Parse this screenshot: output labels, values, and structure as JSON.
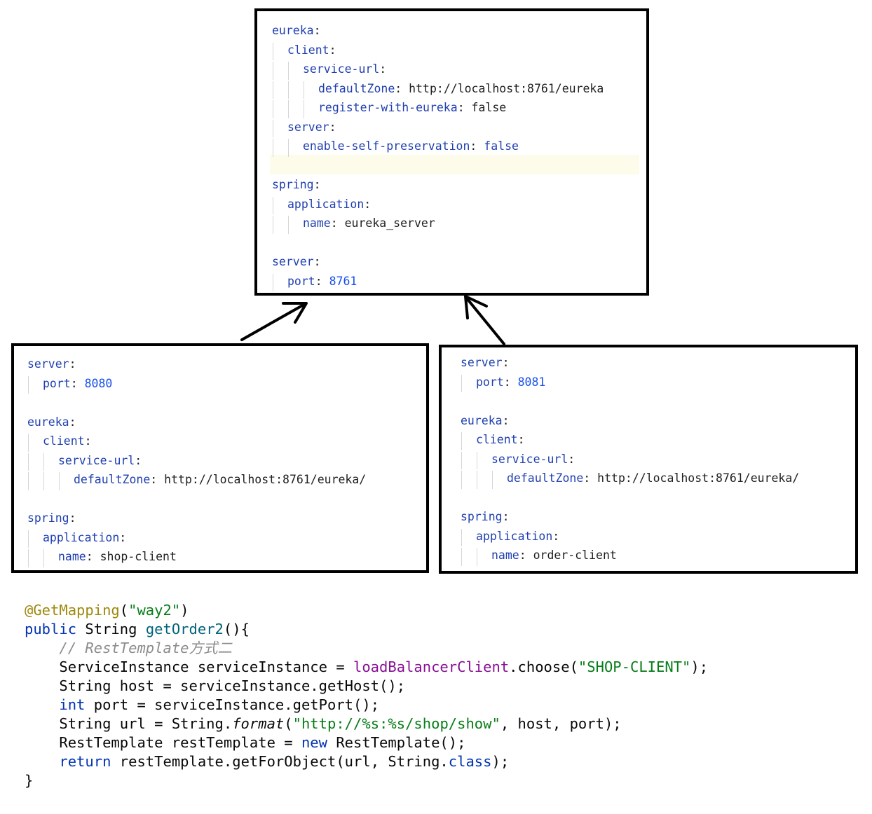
{
  "server_config": [
    {
      "indent": 0,
      "key": "eureka",
      "value": null,
      "vtype": null
    },
    {
      "indent": 1,
      "key": "client",
      "value": null,
      "vtype": null
    },
    {
      "indent": 2,
      "key": "service-url",
      "value": null,
      "vtype": null
    },
    {
      "indent": 3,
      "key": "defaultZone",
      "value": "http://localhost:8761/eureka",
      "vtype": "text"
    },
    {
      "indent": 3,
      "key": "register-with-eureka",
      "value": "false",
      "vtype": "text"
    },
    {
      "indent": 1,
      "key": "server",
      "value": null,
      "vtype": null
    },
    {
      "indent": 2,
      "key": "enable-self-preservation",
      "value": "false",
      "vtype": "bool"
    },
    {
      "indent": 0,
      "key": null,
      "value": null,
      "vtype": null
    },
    {
      "indent": 0,
      "key": "spring",
      "value": null,
      "vtype": null
    },
    {
      "indent": 1,
      "key": "application",
      "value": null,
      "vtype": null
    },
    {
      "indent": 2,
      "key": "name",
      "value": "eureka_server",
      "vtype": "text"
    },
    {
      "indent": 0,
      "key": null,
      "value": null,
      "vtype": null
    },
    {
      "indent": 0,
      "key": "server",
      "value": null,
      "vtype": null
    },
    {
      "indent": 1,
      "key": "port",
      "value": "8761",
      "vtype": "num"
    }
  ],
  "shop_config": [
    {
      "indent": 0,
      "key": "server",
      "value": null,
      "vtype": null
    },
    {
      "indent": 1,
      "key": "port",
      "value": "8080",
      "vtype": "num"
    },
    {
      "indent": 0,
      "key": null,
      "value": null,
      "vtype": null
    },
    {
      "indent": 0,
      "key": "eureka",
      "value": null,
      "vtype": null
    },
    {
      "indent": 1,
      "key": "client",
      "value": null,
      "vtype": null
    },
    {
      "indent": 2,
      "key": "service-url",
      "value": null,
      "vtype": null
    },
    {
      "indent": 3,
      "key": "defaultZone",
      "value": "http://localhost:8761/eureka/",
      "vtype": "text"
    },
    {
      "indent": 0,
      "key": null,
      "value": null,
      "vtype": null
    },
    {
      "indent": 0,
      "key": "spring",
      "value": null,
      "vtype": null
    },
    {
      "indent": 1,
      "key": "application",
      "value": null,
      "vtype": null
    },
    {
      "indent": 2,
      "key": "name",
      "value": "shop-client",
      "vtype": "text"
    }
  ],
  "order_config": [
    {
      "indent": 0,
      "key": "server",
      "value": null,
      "vtype": null
    },
    {
      "indent": 1,
      "key": "port",
      "value": "8081",
      "vtype": "num"
    },
    {
      "indent": 0,
      "key": null,
      "value": null,
      "vtype": null
    },
    {
      "indent": 0,
      "key": "eureka",
      "value": null,
      "vtype": null
    },
    {
      "indent": 1,
      "key": "client",
      "value": null,
      "vtype": null
    },
    {
      "indent": 2,
      "key": "service-url",
      "value": null,
      "vtype": null
    },
    {
      "indent": 3,
      "key": "defaultZone",
      "value": "http://localhost:8761/eureka/",
      "vtype": "text"
    },
    {
      "indent": 0,
      "key": null,
      "value": null,
      "vtype": null
    },
    {
      "indent": 0,
      "key": "spring",
      "value": null,
      "vtype": null
    },
    {
      "indent": 1,
      "key": "application",
      "value": null,
      "vtype": null
    },
    {
      "indent": 2,
      "key": "name",
      "value": "order-client",
      "vtype": "text"
    }
  ],
  "java_code": [
    [
      {
        "t": "@GetMapping",
        "c": "c-ann"
      },
      {
        "t": "(",
        "c": ""
      },
      {
        "t": "\"way2\"",
        "c": "c-str"
      },
      {
        "t": ")",
        "c": ""
      }
    ],
    [
      {
        "t": "public",
        "c": "c-kw"
      },
      {
        "t": " String ",
        "c": ""
      },
      {
        "t": "getOrder2",
        "c": "c-fn"
      },
      {
        "t": "(){",
        "c": ""
      }
    ],
    [
      {
        "t": "    ",
        "c": ""
      },
      {
        "t": "// RestTemplate方式二",
        "c": "c-cmt"
      }
    ],
    [
      {
        "t": "    ServiceInstance serviceInstance = ",
        "c": ""
      },
      {
        "t": "loadBalancerClient",
        "c": "c-field"
      },
      {
        "t": ".choose(",
        "c": ""
      },
      {
        "t": "\"SHOP-CLIENT\"",
        "c": "c-str"
      },
      {
        "t": ");",
        "c": ""
      }
    ],
    [
      {
        "t": "    String host = serviceInstance.getHost();",
        "c": ""
      }
    ],
    [
      {
        "t": "    ",
        "c": ""
      },
      {
        "t": "int",
        "c": "c-kw"
      },
      {
        "t": " port = serviceInstance.getPort();",
        "c": ""
      }
    ],
    [
      {
        "t": "    String url = String.",
        "c": ""
      },
      {
        "t": "format",
        "c": "c-it"
      },
      {
        "t": "(",
        "c": ""
      },
      {
        "t": "\"http://%s:%s/shop/show\"",
        "c": "c-str"
      },
      {
        "t": ", host, port);",
        "c": ""
      }
    ],
    [
      {
        "t": "    RestTemplate restTemplate = ",
        "c": ""
      },
      {
        "t": "new",
        "c": "c-kw"
      },
      {
        "t": " RestTemplate();",
        "c": ""
      }
    ],
    [
      {
        "t": "    ",
        "c": ""
      },
      {
        "t": "return",
        "c": "c-kw"
      },
      {
        "t": " restTemplate.getForObject(url, String.",
        "c": ""
      },
      {
        "t": "class",
        "c": "c-kw"
      },
      {
        "t": ");",
        "c": ""
      }
    ],
    [
      {
        "t": "}",
        "c": ""
      }
    ]
  ]
}
